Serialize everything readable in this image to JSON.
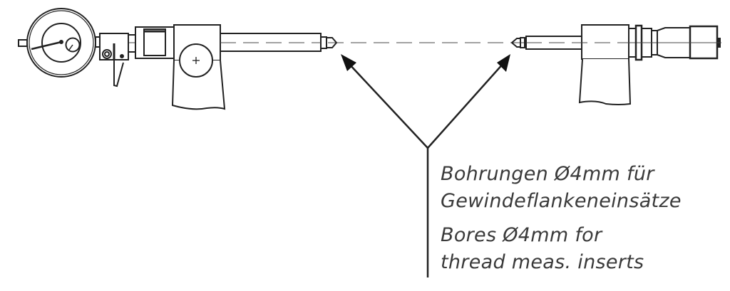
{
  "labels": {
    "german_line1": "Bohrungen Ø4mm für",
    "german_line2": "Gewindeflankeneinsätze",
    "english_line1": "Bores Ø4mm for",
    "english_line2": "thread meas. inserts"
  },
  "colors": {
    "line": "#222222",
    "text": "#3a3a3a"
  }
}
